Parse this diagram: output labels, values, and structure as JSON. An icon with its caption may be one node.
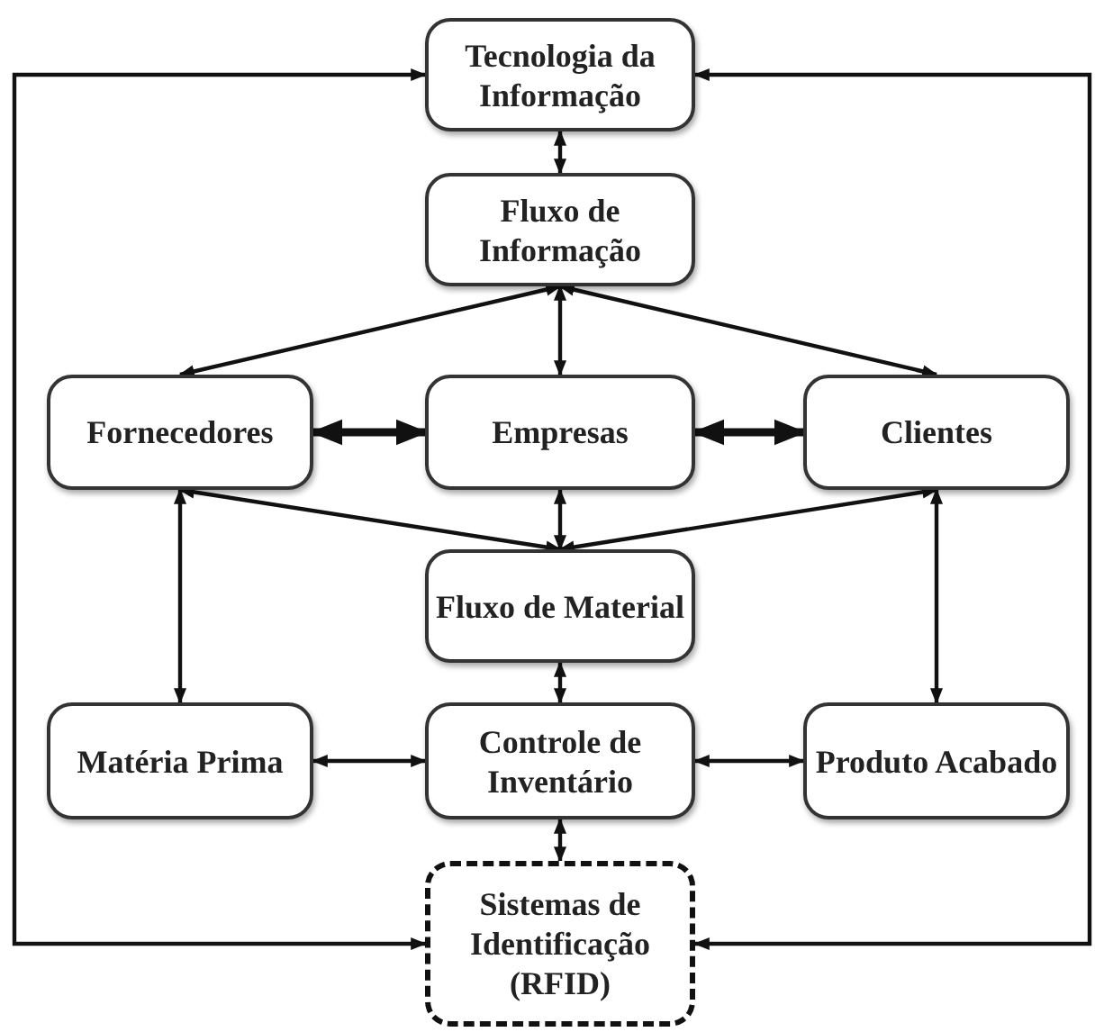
{
  "diagram": {
    "nodes": [
      {
        "text": [
          "Tecnologia da Informação"
        ]
      },
      {
        "text": [
          "Fluxo de Informação"
        ]
      },
      {
        "text": [
          "Fornecedores"
        ]
      },
      {
        "text": [
          "Empresas"
        ]
      },
      {
        "text": [
          "Clientes"
        ]
      },
      {
        "text": [
          "Fluxo de Material"
        ]
      },
      {
        "text": [
          "Matéria Prima"
        ]
      },
      {
        "text": [
          "Controle de Inventário"
        ]
      },
      {
        "text": [
          "Produto Acabado"
        ]
      },
      {
        "text": [
          "Sistemas de Identificação (RFID)"
        ]
      }
    ],
    "edges": [
      {
        "from": 0,
        "to": 1,
        "arrow": "both"
      },
      {
        "from": 1,
        "to": 2,
        "arrow": "both"
      },
      {
        "from": 1,
        "to": 3,
        "arrow": "both"
      },
      {
        "from": 1,
        "to": 4,
        "arrow": "both"
      },
      {
        "from": 2,
        "to": 3,
        "arrow": "both",
        "style": "thick"
      },
      {
        "from": 3,
        "to": 4,
        "arrow": "both",
        "style": "thick"
      },
      {
        "from": 2,
        "to": 5,
        "arrow": "both"
      },
      {
        "from": 3,
        "to": 5,
        "arrow": "both"
      },
      {
        "from": 4,
        "to": 5,
        "arrow": "both"
      },
      {
        "from": 2,
        "to": 6,
        "arrow": "both"
      },
      {
        "from": 4,
        "to": 8,
        "arrow": "both"
      },
      {
        "from": 5,
        "to": 7,
        "arrow": "both"
      },
      {
        "from": 6,
        "to": 7,
        "arrow": "both"
      },
      {
        "from": 7,
        "to": 8,
        "arrow": "both"
      },
      {
        "from": 7,
        "to": 9,
        "arrow": "both"
      },
      {
        "from": 9,
        "to": 0,
        "arrow": "both"
      },
      {
        "from": 9,
        "to": 0,
        "arrow": "both"
      }
    ]
  }
}
